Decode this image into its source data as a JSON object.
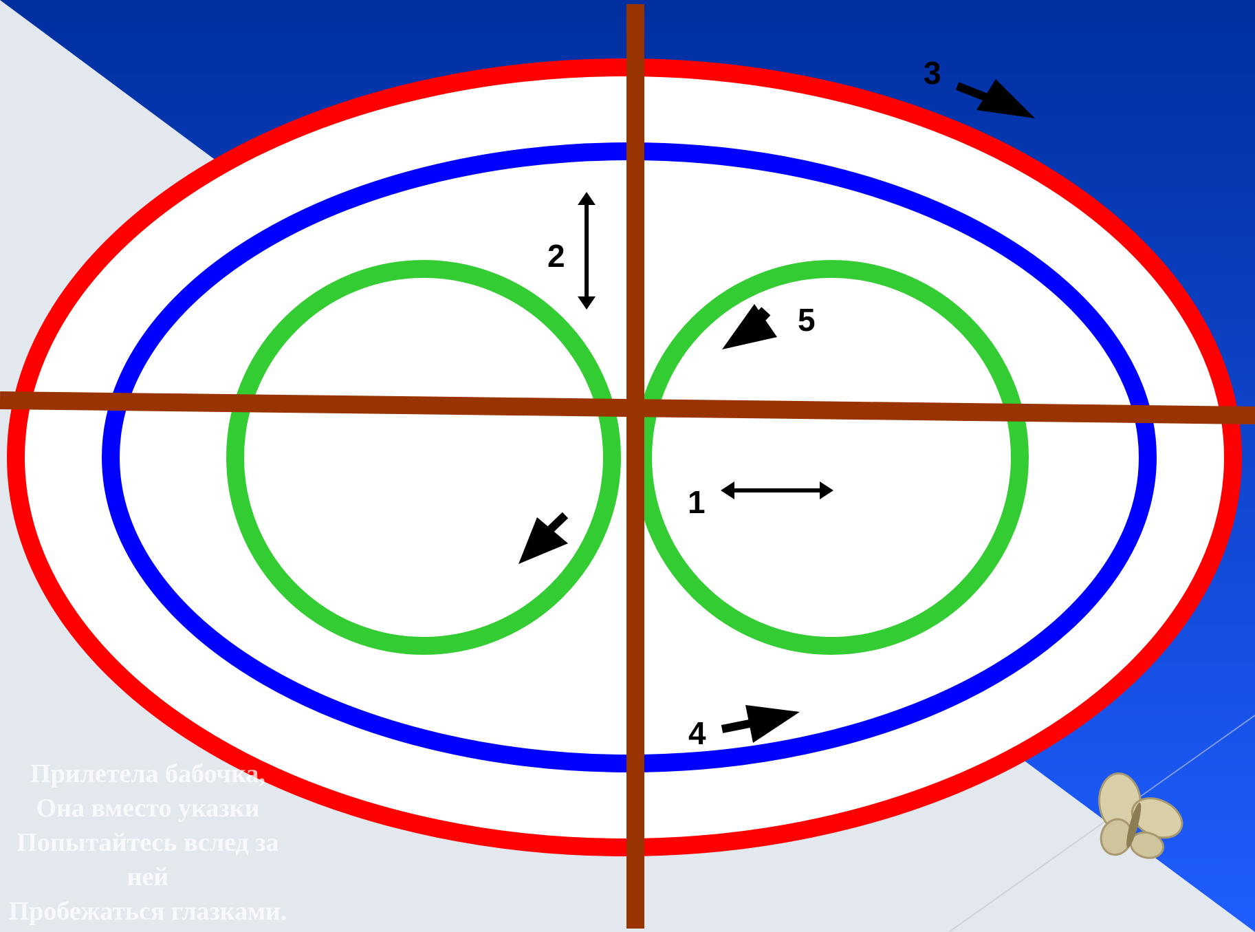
{
  "colors": {
    "background_light": "#e3e7ee",
    "background_dark": "#002f9f",
    "background_bright": "#1f5dff",
    "outer_ellipse": "#ff0000",
    "middle_ellipse": "#0000ff",
    "circles": "#33cc33",
    "axes": "#993300",
    "arrows": "#000000",
    "poem_text": "#ffffff"
  },
  "diagram": {
    "labels": {
      "one": "1",
      "two": "2",
      "three": "3",
      "four": "4",
      "five": "5"
    },
    "icons": {
      "horizontal_arrow": "double-headed-horizontal-arrow-icon",
      "vertical_arrow": "double-headed-vertical-arrow-icon",
      "direction_arrows": "arrow-icon",
      "butterfly": "butterfly-icon"
    }
  },
  "poem": {
    "lines": [
      "Прилетела бабочка,",
      "Она вместо указки",
      "Попытайтесь вслед за",
      "ней",
      "Пробежаться глазками."
    ]
  }
}
